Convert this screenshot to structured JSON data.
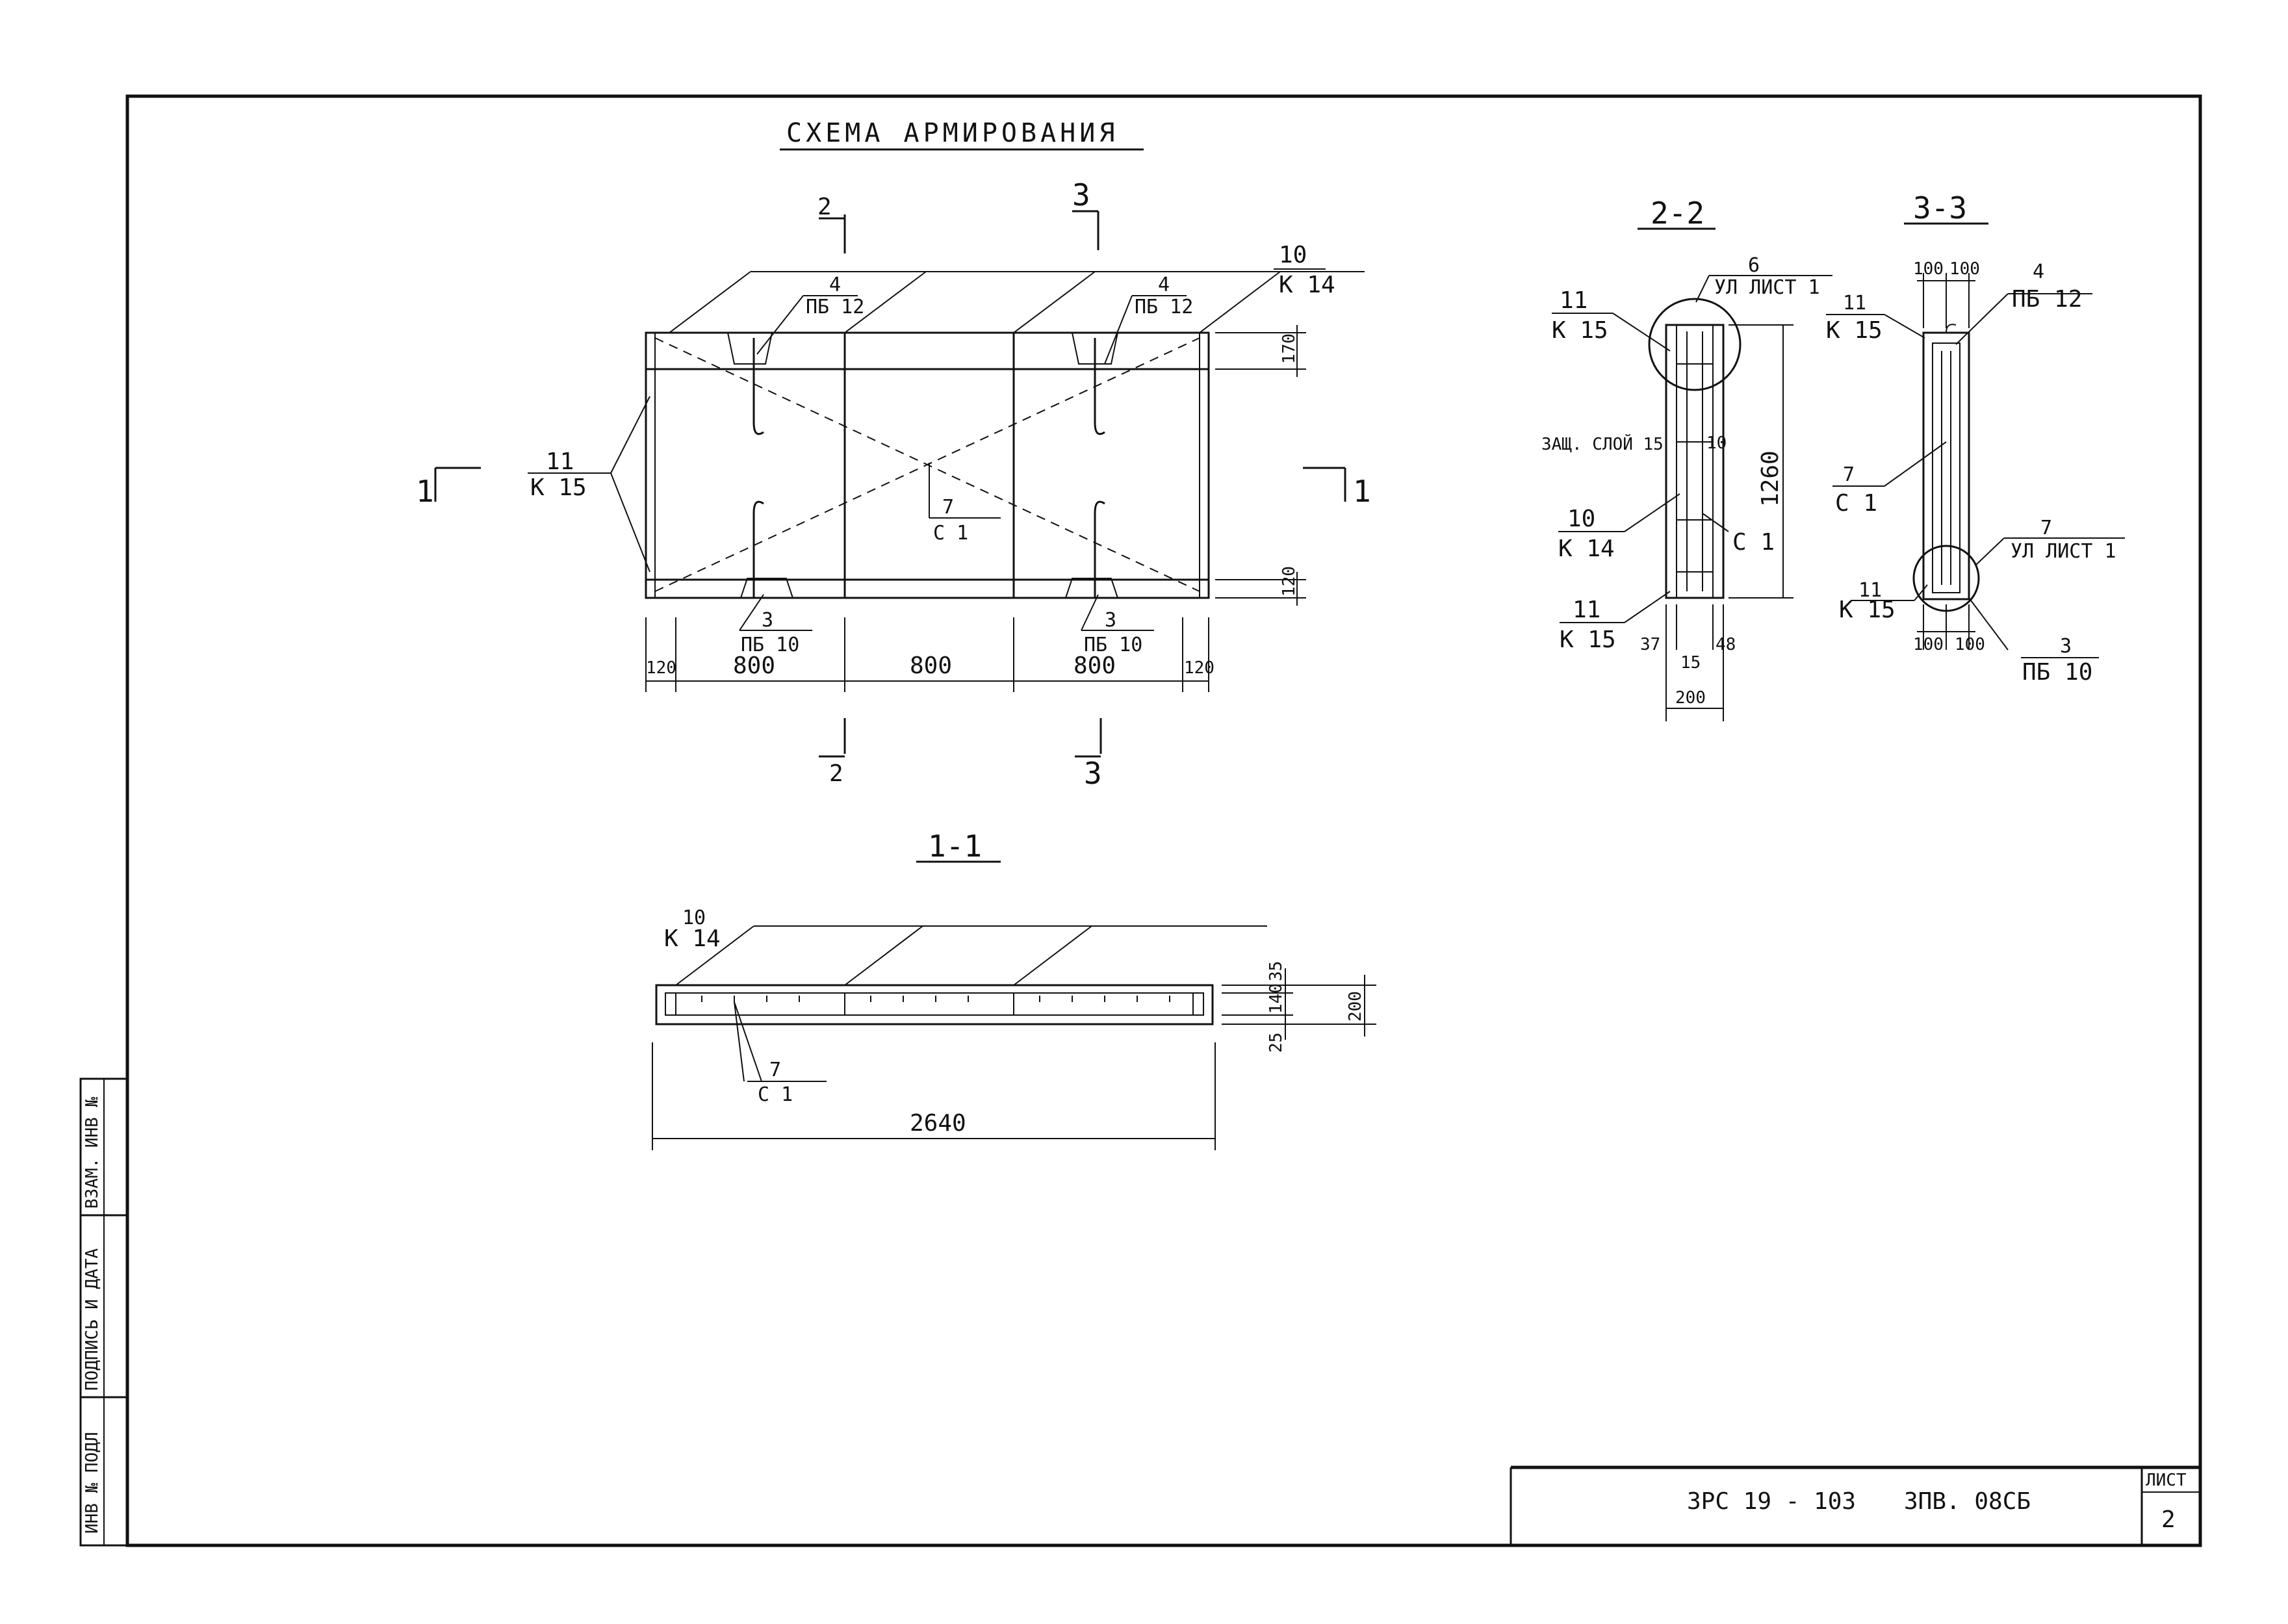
{
  "drawing": {
    "title": "СХЕМА АРМИРОВАНИЯ"
  },
  "plan_view": {
    "section_marks": {
      "s1": "1",
      "s2": "2",
      "s3": "3"
    },
    "callouts": {
      "k14_pos": "10",
      "k14_mark": "К 14",
      "k15_pos": "11",
      "k15_mark": "К 15",
      "pb12_pos": "4",
      "pb12_mark": "ПБ 12",
      "pb10_pos": "3",
      "pb10_mark": "ПБ 10",
      "c1_pos": "7",
      "c1_mark": "С 1"
    },
    "dims": {
      "top": "170",
      "bottom": "120",
      "edge": "120",
      "span": "800"
    }
  },
  "section_1_1": {
    "label": "1-1",
    "dims": {
      "total": "2640",
      "h": "200",
      "h140": "140",
      "h35": "35",
      "h25": "25"
    }
  },
  "section_2_2": {
    "label": "2-2",
    "detail_note": "УЛ ЛИСТ 1",
    "detail_pos": "6",
    "cover": "ЗАЩ. СЛОЙ 15",
    "dims": {
      "height": "1260",
      "d10": "10",
      "d37": "37",
      "d15": "15",
      "d48": "48",
      "d200": "200"
    }
  },
  "section_3_3": {
    "label": "3-3",
    "detail_note": "УЛ ЛИСТ 1",
    "detail_pos": "7",
    "dims": {
      "d100": "100"
    }
  },
  "stamp": {
    "code": "3РС 19 - 103",
    "doc": "3ПВ. 08СБ",
    "sheet_label": "ЛИСТ",
    "sheet_no": "2"
  },
  "side_stamp": {
    "inv": "ИНВ № ПОДЛ",
    "sign": "ПОДПИСЬ И ДАТА",
    "vzam": "ВЗАМ. ИНВ №"
  }
}
